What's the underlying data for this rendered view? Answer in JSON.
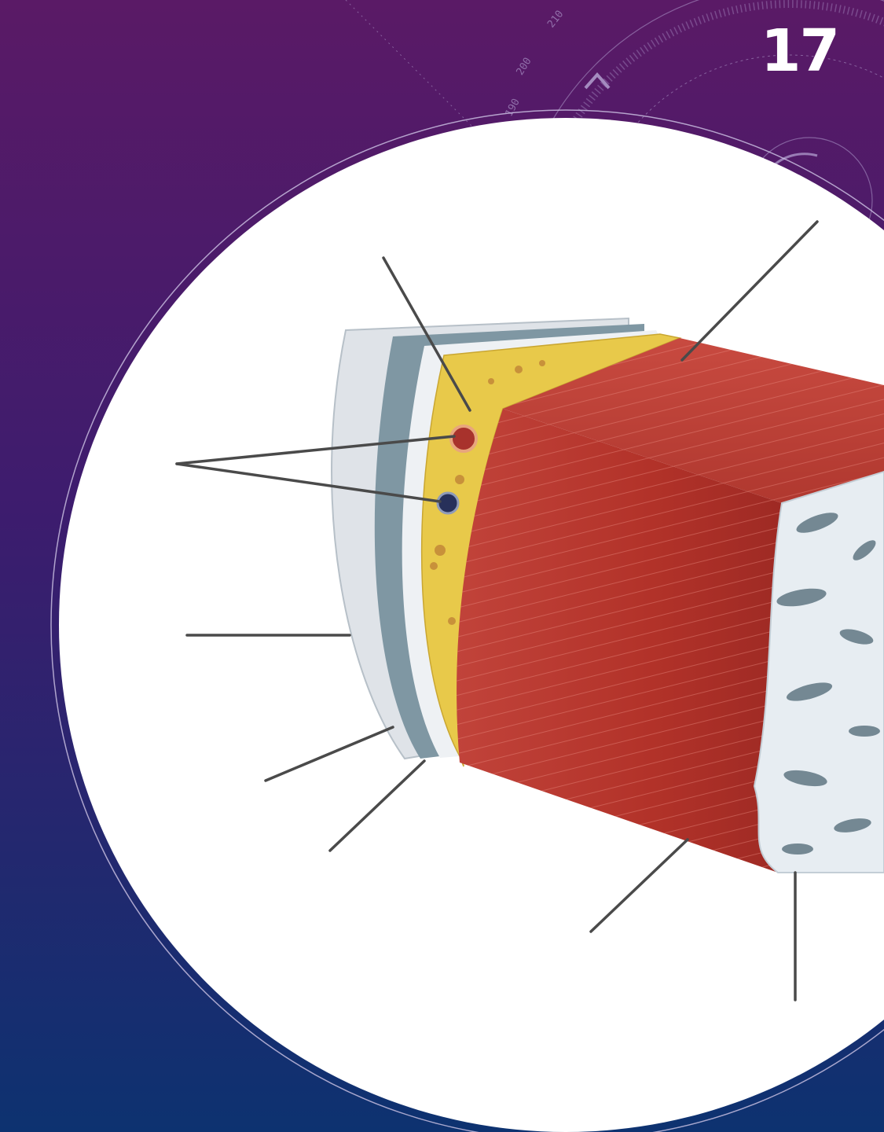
{
  "slide": {
    "number": "17",
    "dial_ticks": [
      "190",
      "200",
      "210"
    ]
  },
  "colors": {
    "background_top": "#5a1a66",
    "background_bottom": "#0d3270",
    "muscle": "#b8342c",
    "fat_layer": "#e8c94a",
    "fascia_outer": "#d9dde2",
    "fascia_middle": "#7f97a3",
    "bone": "#e7edf2"
  },
  "diagram": {
    "subject": "tissue-cross-section",
    "label_slots": 9
  }
}
